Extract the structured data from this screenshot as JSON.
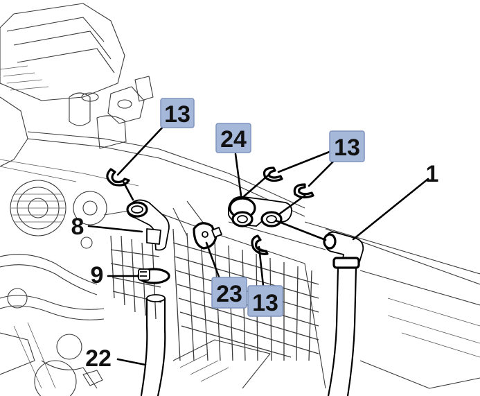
{
  "callouts": {
    "c1": "1",
    "c8": "8",
    "c9": "9",
    "c13a": "13",
    "c13b": "13",
    "c13c": "13",
    "c22": "22",
    "c23": "23",
    "c24": "24"
  },
  "colors": {
    "badge_fill": "#a6b8d9",
    "line": "#000000",
    "background": "#ffffff"
  }
}
